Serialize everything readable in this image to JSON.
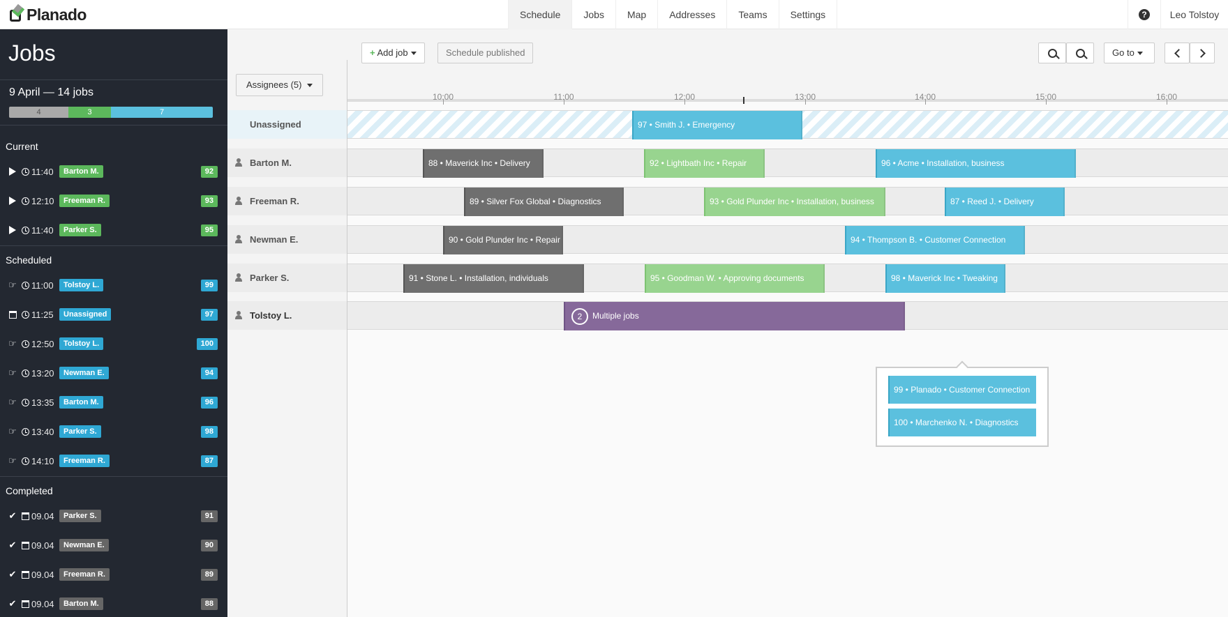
{
  "app": {
    "name": "Planado"
  },
  "nav": {
    "items": [
      "Schedule",
      "Jobs",
      "Map",
      "Addresses",
      "Teams",
      "Settings"
    ],
    "active": "Schedule"
  },
  "user": {
    "name": "Leo Tolstoy",
    "help_icon": "?"
  },
  "sidebar": {
    "title": "Jobs",
    "date_summary": "9 April — 14 jobs",
    "progress": [
      "4",
      "3",
      "7"
    ],
    "sections": {
      "current": "Current",
      "scheduled": "Scheduled",
      "completed": "Completed"
    },
    "current": [
      {
        "time": "11:40",
        "assignee": "Barton M.",
        "id": "92"
      },
      {
        "time": "12:10",
        "assignee": "Freeman R.",
        "id": "93"
      },
      {
        "time": "11:40",
        "assignee": "Parker S.",
        "id": "95"
      }
    ],
    "scheduled": [
      {
        "time": "11:00",
        "assignee": "Tolstoy L.",
        "id": "99"
      },
      {
        "time": "11:25",
        "assignee": "Unassigned",
        "id": "97"
      },
      {
        "time": "12:50",
        "assignee": "Tolstoy L.",
        "id": "100"
      },
      {
        "time": "13:20",
        "assignee": "Newman E.",
        "id": "94"
      },
      {
        "time": "13:35",
        "assignee": "Barton M.",
        "id": "96"
      },
      {
        "time": "13:40",
        "assignee": "Parker S.",
        "id": "98"
      },
      {
        "time": "14:10",
        "assignee": "Freeman R.",
        "id": "87"
      }
    ],
    "completed": [
      {
        "date": "09.04",
        "assignee": "Parker S.",
        "id": "91"
      },
      {
        "date": "09.04",
        "assignee": "Newman E.",
        "id": "90"
      },
      {
        "date": "09.04",
        "assignee": "Freeman R.",
        "id": "89"
      },
      {
        "date": "09.04",
        "assignee": "Barton M.",
        "id": "88"
      }
    ]
  },
  "toolbar": {
    "add_job": "Add job",
    "schedule_published": "Schedule published",
    "assignees": "Assignees (5)",
    "go_to": "Go to"
  },
  "timeline": {
    "hours": [
      "10:00",
      "11:00",
      "12:00",
      "13:00",
      "14:00",
      "15:00",
      "16:00"
    ]
  },
  "lanes": [
    {
      "name": "Unassigned",
      "jobs": [
        {
          "label": "97 • Smith J. • Emergency",
          "color": "blue"
        }
      ]
    },
    {
      "name": "Barton M.",
      "jobs": [
        {
          "label": "88 • Maverick Inc • Delivery",
          "color": "gray"
        },
        {
          "label": "92 • Lightbath Inc • Repair",
          "color": "green"
        },
        {
          "label": "96 • Acme • Installation, business",
          "color": "blue"
        }
      ]
    },
    {
      "name": "Freeman R.",
      "jobs": [
        {
          "label": "89 • Silver Fox Global • Diagnostics",
          "color": "gray"
        },
        {
          "label": "93 • Gold Plunder Inc • Installation, business",
          "color": "green"
        },
        {
          "label": "87 • Reed J. • Delivery",
          "color": "blue"
        }
      ]
    },
    {
      "name": "Newman E.",
      "jobs": [
        {
          "label": "90 • Gold Plunder Inc • Repair",
          "color": "gray"
        },
        {
          "label": "94 • Thompson B. • Customer Connection",
          "color": "blue"
        }
      ]
    },
    {
      "name": "Parker S.",
      "jobs": [
        {
          "label": "91 • Stone L. • Installation, individuals",
          "color": "gray"
        },
        {
          "label": "95 • Goodman W. • Approving documents",
          "color": "green"
        },
        {
          "label": "98 • Maverick Inc • Tweaking",
          "color": "blue"
        }
      ]
    },
    {
      "name": "Tolstoy L.",
      "jobs": [
        {
          "label": "Multiple jobs",
          "count": "2",
          "color": "purple"
        }
      ]
    }
  ],
  "popover": {
    "jobs": [
      "99 • Planado • Customer Connection",
      "100 • Marchenko N. • Diagnostics"
    ]
  },
  "colors": {
    "gray": "#6f6f6f",
    "green": "#98d48f",
    "blue": "#5bc0de",
    "purple": "#86699a",
    "sidebar_bg": "#232831"
  }
}
